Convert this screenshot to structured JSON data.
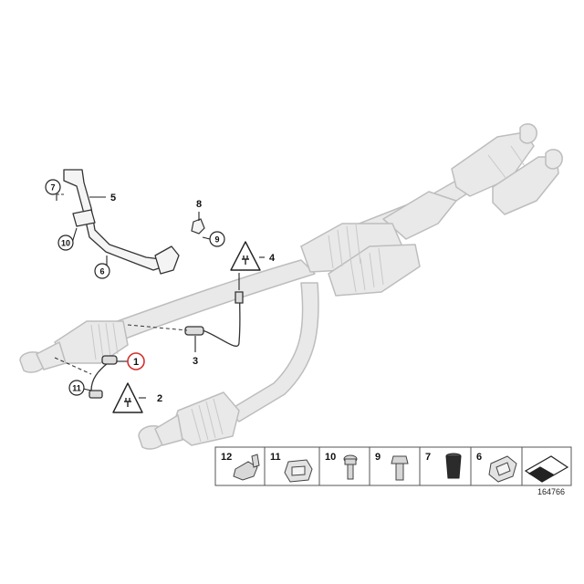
{
  "callouts": {
    "c1": "1",
    "c2": "2",
    "c3": "3",
    "c4": "4",
    "c5": "5",
    "c6": "6",
    "c7": "7",
    "c8": "8",
    "c9": "9",
    "c10": "10",
    "c11": "11"
  },
  "legend": {
    "items": [
      "12",
      "11",
      "10",
      "9",
      "7",
      "6"
    ]
  },
  "diagram_id": "164766",
  "colors": {
    "pipe_fill": "#e8e8e8",
    "pipe_stroke": "#bdbdbd",
    "line": "#2a2a2a",
    "highlight": "#d32f2f"
  }
}
